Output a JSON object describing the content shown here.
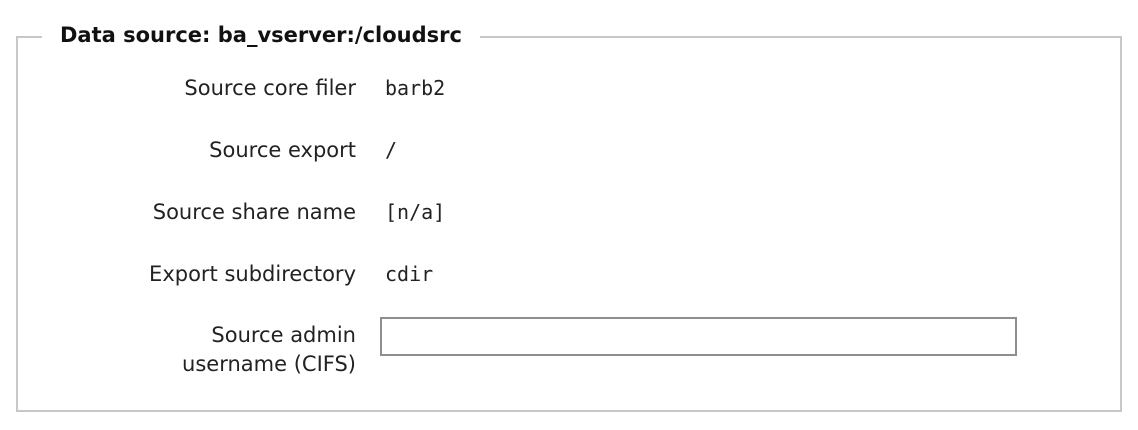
{
  "fieldset": {
    "legend": "Data source: ba_vserver:/cloudsrc"
  },
  "fields": [
    {
      "label": "Source core filer",
      "value": "barb2"
    },
    {
      "label": "Source export",
      "value": "/"
    },
    {
      "label": "Source share name",
      "value": "[n/a]"
    },
    {
      "label": "Export subdirectory",
      "value": "cdir"
    }
  ],
  "admin_username": {
    "label_line1": "Source admin",
    "label_line2": "username (CIFS)",
    "value": "",
    "placeholder": ""
  }
}
